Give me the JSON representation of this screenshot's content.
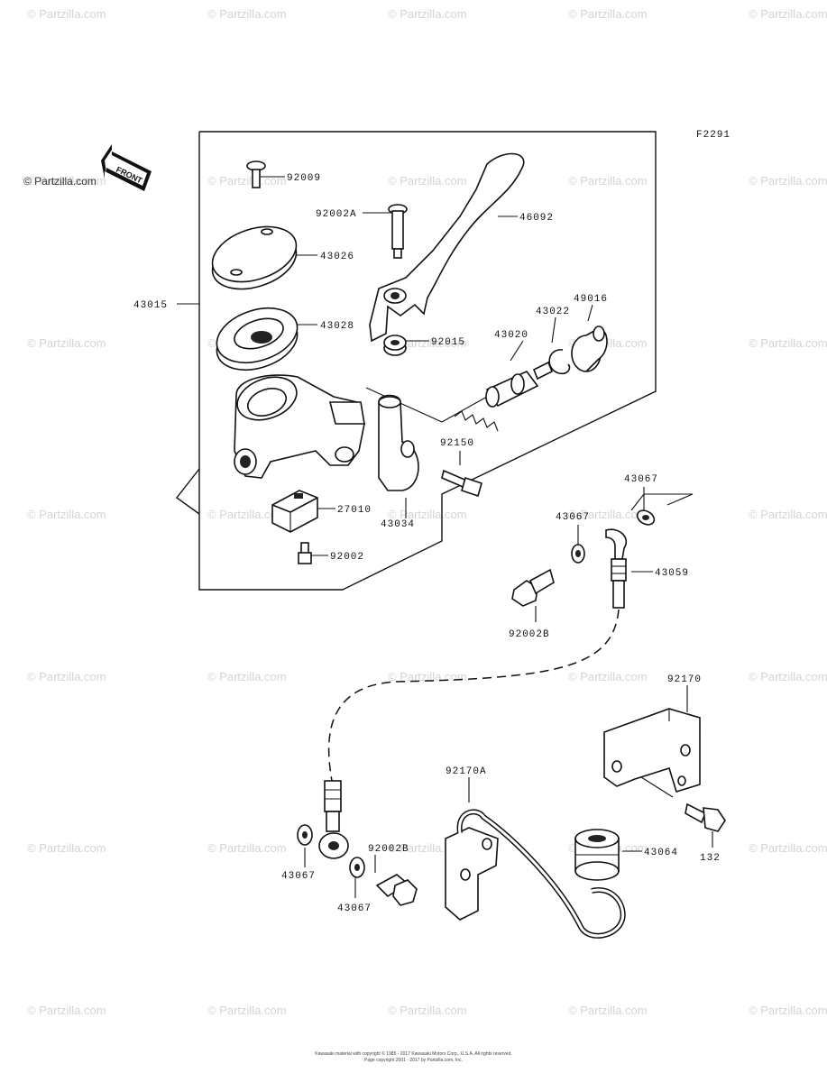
{
  "diagram_code": "F2291",
  "front_badge": "FRONT",
  "watermark": "© Partzilla.com",
  "labels": {
    "l92009": "92009",
    "l92002A": "92002A",
    "l46092": "46092",
    "l43026": "43026",
    "l43015": "43015",
    "l43028": "43028",
    "l92015": "92015",
    "l43020": "43020",
    "l43022": "43022",
    "l49016": "49016",
    "l92150": "92150",
    "l43034": "43034",
    "l27010": "27010",
    "l92002": "92002",
    "l43067a": "43067",
    "l43067b": "43067",
    "l43059": "43059",
    "l92002B_a": "92002B",
    "l92170": "92170",
    "l92170A": "92170A",
    "l92002B_b": "92002B",
    "l43067c": "43067",
    "l43067d": "43067",
    "l43064": "43064",
    "l132": "132"
  },
  "copyright": {
    "line1": "Kawasaki material with copyright © 1985 - 2017 Kawasaki Motors Corp., U.S.A. All rights reserved.",
    "line2": "Page copyright 2001 - 2017 by Partzilla.com, Inc."
  }
}
